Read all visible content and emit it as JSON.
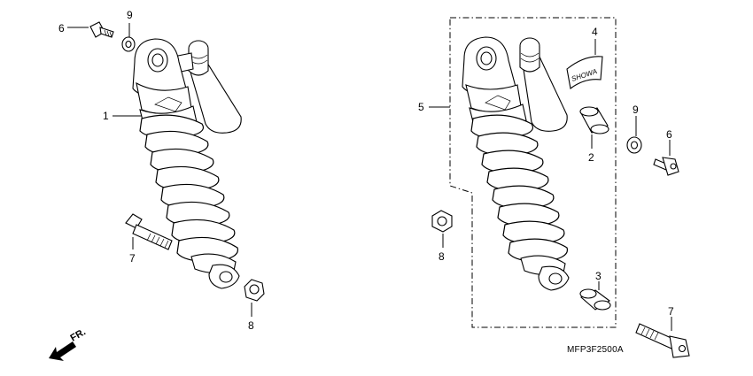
{
  "callouts": [
    {
      "id": "left-6",
      "label": "6"
    },
    {
      "id": "left-9",
      "label": "9"
    },
    {
      "id": "left-1",
      "label": "1"
    },
    {
      "id": "left-7",
      "label": "7"
    },
    {
      "id": "left-8",
      "label": "8"
    },
    {
      "id": "right-4",
      "label": "4"
    },
    {
      "id": "right-5",
      "label": "5"
    },
    {
      "id": "right-2",
      "label": "2"
    },
    {
      "id": "right-9",
      "label": "9"
    },
    {
      "id": "right-6",
      "label": "6"
    },
    {
      "id": "right-8",
      "label": "8"
    },
    {
      "id": "right-3",
      "label": "3"
    },
    {
      "id": "right-7",
      "label": "7"
    }
  ],
  "front_arrow_label": "FR.",
  "sticker_text": "SHOWA",
  "diagram_code": "MFP3F2500A"
}
